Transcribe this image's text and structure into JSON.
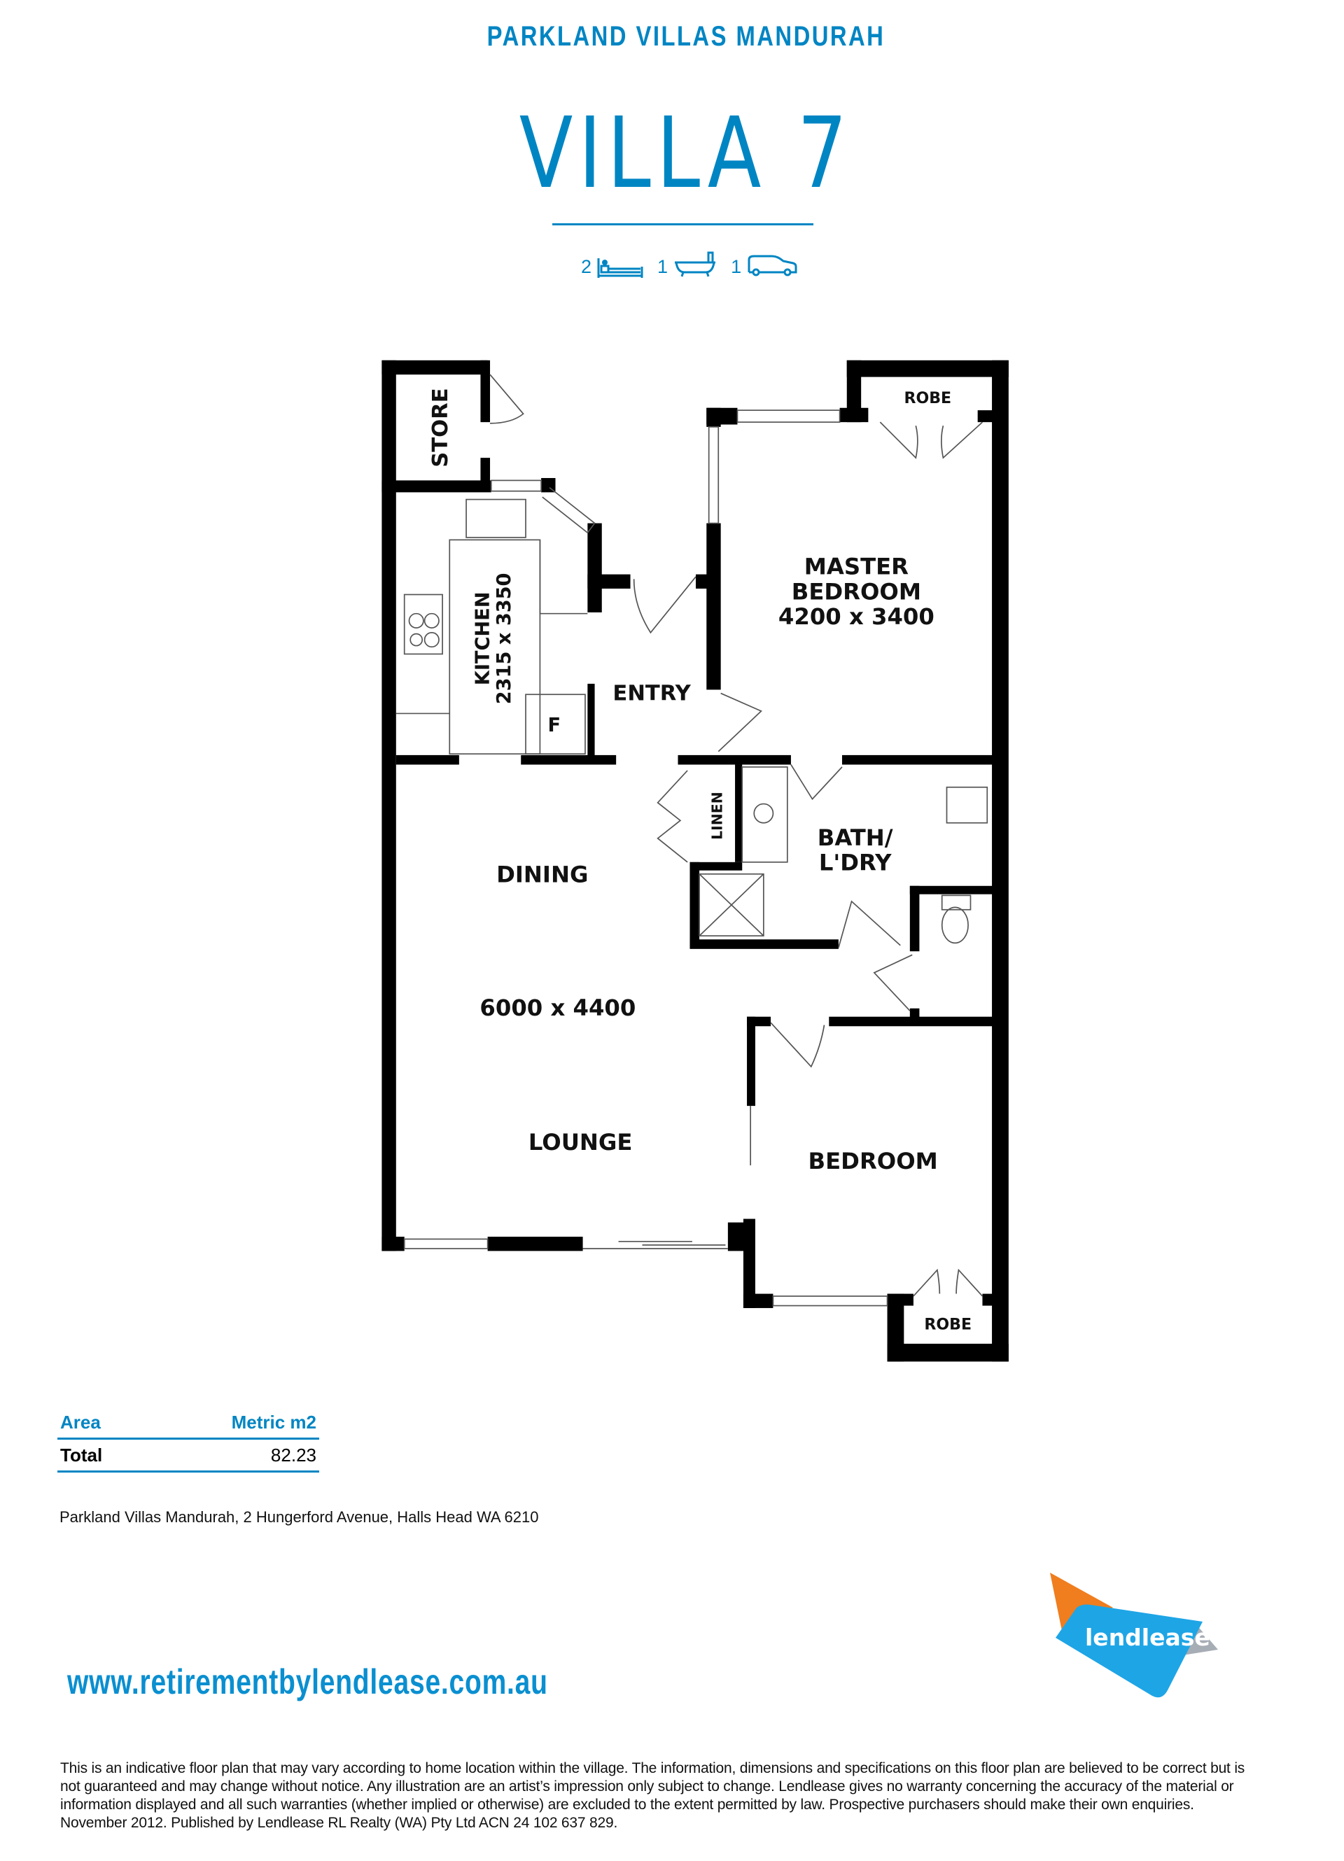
{
  "header": {
    "subtitle": "PARKLAND VILLAS MANDURAH",
    "title": "VILLA 7"
  },
  "features": {
    "bedrooms": "2",
    "bedrooms_icon": "bed-icon",
    "bathrooms": "1",
    "bathrooms_icon": "bathtub-icon",
    "parking": "1",
    "parking_icon": "car-icon"
  },
  "floor_plan": {
    "rooms": {
      "store": "STORE",
      "robe_master": "ROBE",
      "master_bedroom_line1": "MASTER",
      "master_bedroom_line2": "BEDROOM",
      "master_bedroom_dims": "4200 x 3400",
      "kitchen": "KITCHEN",
      "kitchen_dims": "2315 x 3350",
      "entry": "ENTRY",
      "fridge": "F",
      "linen": "LINEN",
      "bath_line1": "BATH/",
      "bath_line2": "L'DRY",
      "dining": "DINING",
      "living_dims": "6000 x 4400",
      "lounge": "LOUNGE",
      "bedroom": "BEDROOM",
      "robe_bedroom": "ROBE"
    }
  },
  "area_table": {
    "header_label": "Area",
    "header_unit": "Metric m2",
    "total_label": "Total",
    "total_value": "82.23"
  },
  "address": "Parkland Villas Mandurah, 2 Hungerford Avenue, Halls Head WA 6210",
  "website": "www.retirementbylendlease.com.au",
  "logo": {
    "text": "lendlease"
  },
  "disclaimer": "This is an indicative floor plan that may vary according to home location within the village. The information, dimensions and specifications on this floor plan are believed to be correct but is not guaranteed and may change without notice. Any illustration are an artist’s impression only subject to change. Lendlease gives no warranty concerning the accuracy of the material or information displayed and all such warranties (whether implied or otherwise) are excluded to the extent permitted by law. Prospective purchasers should make their own enquiries. November 2012. Published by Lendlease RL Realty (WA) Pty Ltd ACN 24 102 637 829.",
  "colors": {
    "brand_blue": "#0085c3",
    "logo_orange": "#f07d1e",
    "logo_blue": "#1ea5e6",
    "logo_grey": "#a7adb5"
  }
}
